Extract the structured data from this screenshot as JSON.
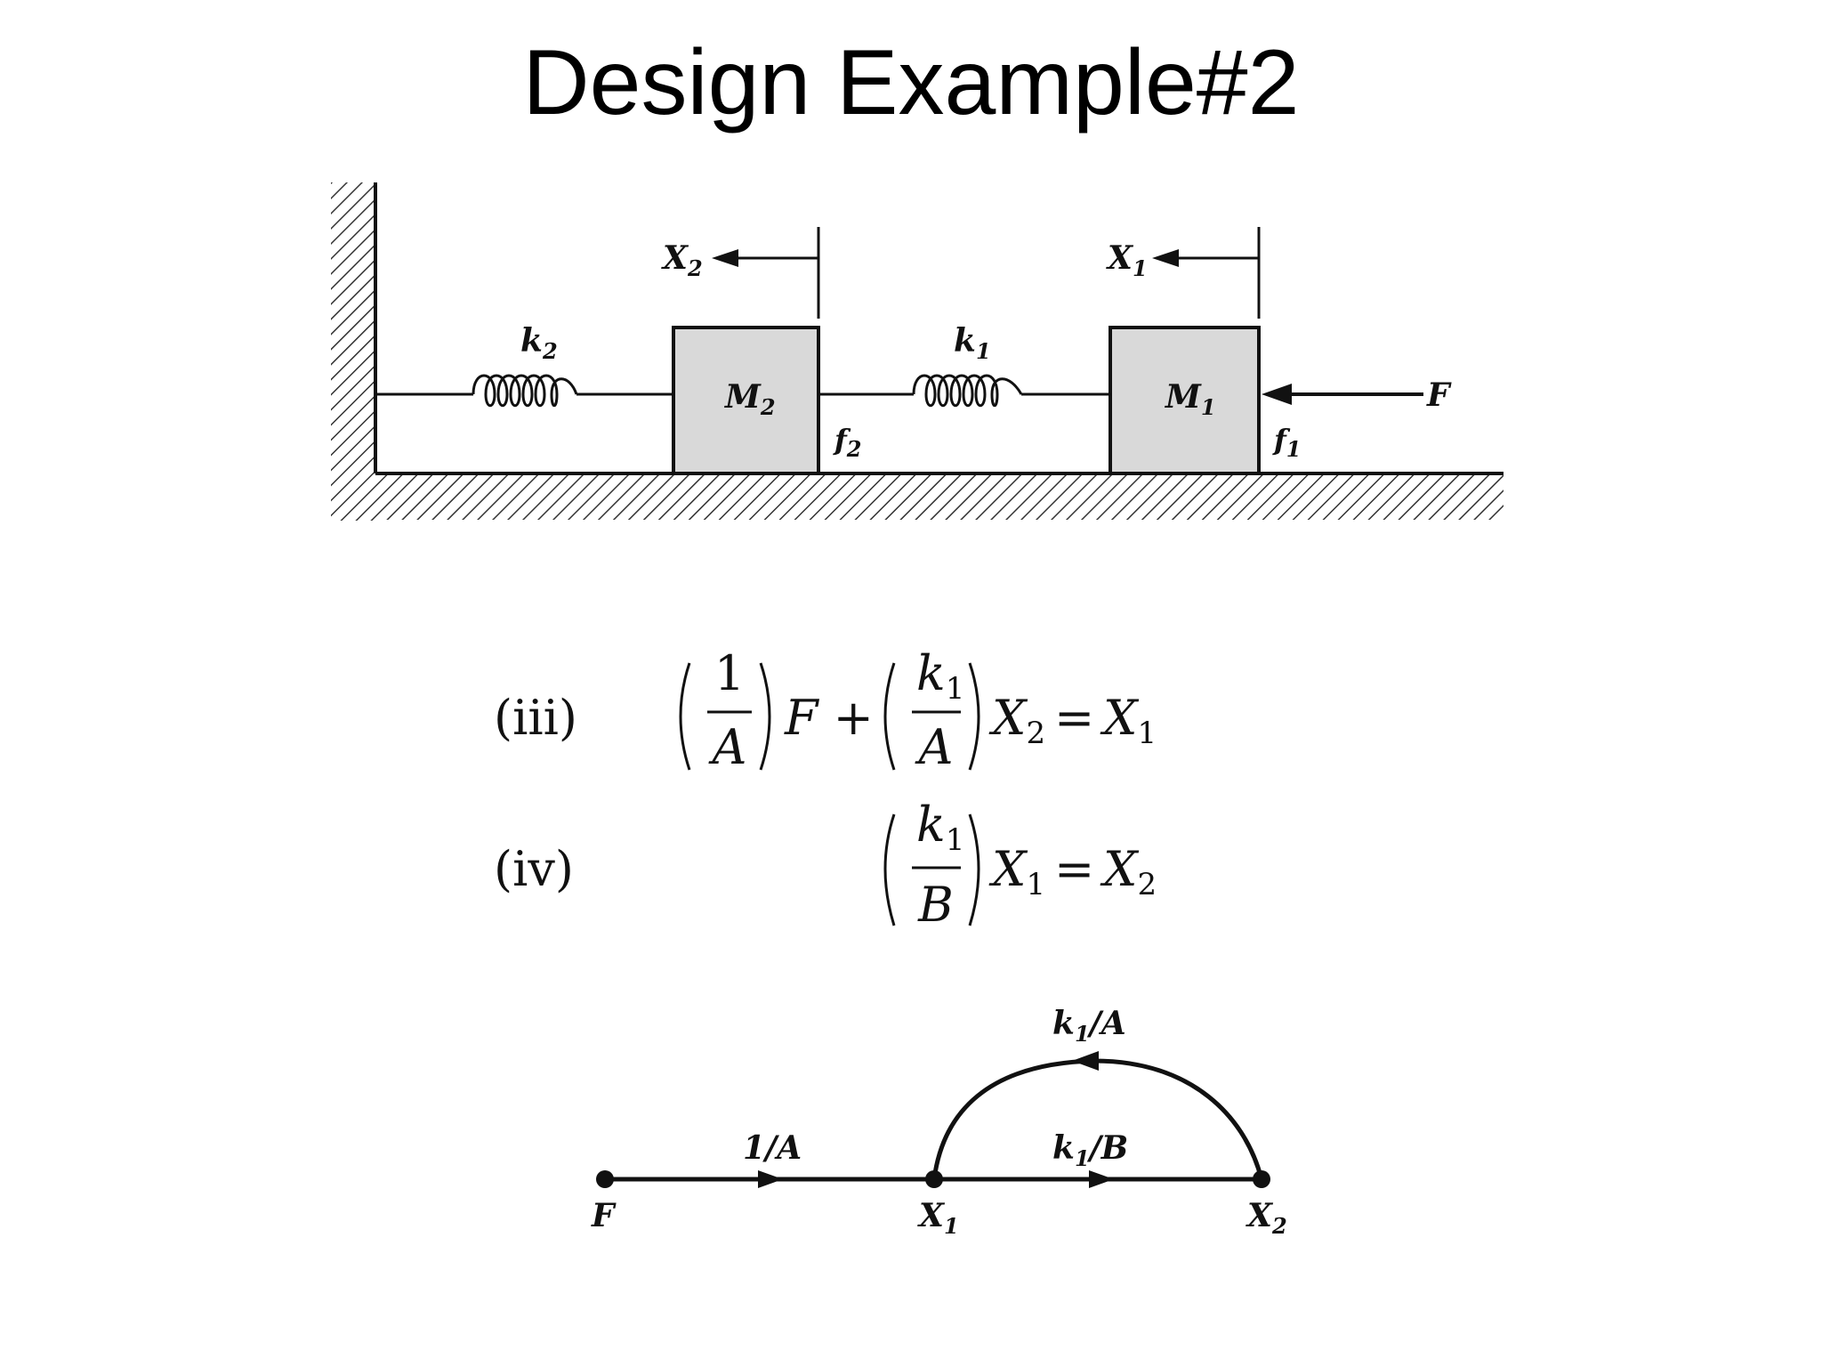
{
  "title": "Design Example#2",
  "mechanical": {
    "x2_label": "X",
    "x2_sub": "2",
    "x1_label": "X",
    "x1_sub": "1",
    "k2_label": "k",
    "k2_sub": "2",
    "k1_label": "k",
    "k1_sub": "1",
    "m2_label": "M",
    "m2_sub": "2",
    "m1_label": "M",
    "m1_sub": "1",
    "f2_label": "f",
    "f2_sub": "2",
    "f1_label": "f",
    "f1_sub": "1",
    "force_label": "F"
  },
  "equations": {
    "eq3": {
      "tag": "(iii)",
      "frac1_num": "1",
      "frac1_den": "A",
      "term1": "F +",
      "frac2_num_base": "k",
      "frac2_num_sub": "1",
      "frac2_den": "A",
      "lhs_var": "X",
      "lhs_sub": "2",
      "equals": "=",
      "rhs_var": "X",
      "rhs_sub": "1"
    },
    "eq4": {
      "tag": "(iv)",
      "frac_num_base": "k",
      "frac_num_sub": "1",
      "frac_den": "B",
      "lhs_var": "X",
      "lhs_sub": "1",
      "equals": "=",
      "rhs_var": "X",
      "rhs_sub": "2"
    }
  },
  "signal_flow": {
    "nodes": [
      {
        "label": "F",
        "sub": ""
      },
      {
        "label": "X",
        "sub": "1"
      },
      {
        "label": "X",
        "sub": "2"
      }
    ],
    "edges": [
      {
        "from": "F",
        "to": "X1",
        "gain": "1/A"
      },
      {
        "from": "X1",
        "to": "X2",
        "gain_base": "k",
        "gain_sub": "1",
        "gain_rest": "/B"
      },
      {
        "from": "X2",
        "to": "X1",
        "gain_base": "k",
        "gain_sub": "1",
        "gain_rest": "/A"
      }
    ]
  }
}
